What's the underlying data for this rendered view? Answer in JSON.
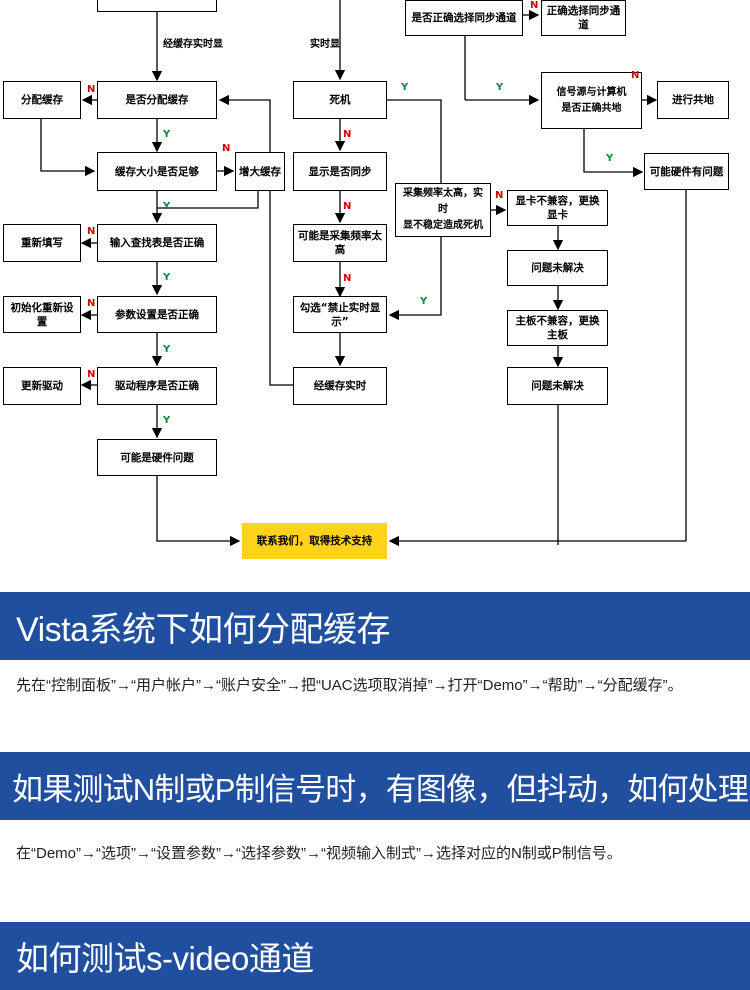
{
  "flowchart": {
    "nodes": {
      "top_left": "",
      "top_mid": "是否正确选择同步通道",
      "top_right": "正确选择同步通道",
      "fenpei_cache": "分配缓存",
      "is_fenpei": "是否分配缓存",
      "siji": "死机",
      "signal_share": "信号源与计算机\n是否正确共地",
      "share_ground": "进行共地",
      "cache_size": "缓存大小是否足够",
      "add_cache": "增大缓存",
      "display_sync": "显示是否同步",
      "caiji_high": "采集频率太高，实时\n显不稳定造成死机",
      "hardware_problem_right": "可能硬件有问题",
      "xianka": "显卡不兼容，更换显卡",
      "refill": "重新填写",
      "input_find": "输入查找表是否正确",
      "maybe_freq": "可能是采集频率太高",
      "unsolved_1": "问题未解决",
      "init_reset": "初始化重新设置",
      "param_set": "参数设置是否正确",
      "check_disable": "勾选“禁止实时显示”",
      "zhuban": "主板不兼容，更换主板",
      "update_driver": "更新驱动",
      "driver_ok": "驱动程序是否正确",
      "via_cache": "经缓存实时",
      "unsolved_2": "问题未解决",
      "hardware_problem_left": "可能是硬件问题",
      "contact": "联系我们，取得技术支持"
    },
    "edge_labels": {
      "via_cache_realtime": "经缓存实时显",
      "realtime": "实时显",
      "yes": "Y",
      "no": "N"
    }
  },
  "sections": [
    {
      "title": "Vista系统下如何分配缓存",
      "body": "先在“控制面板”→“用户帐户”→“账户安全”→把“UAC选项取消掉”→打开“Demo”→“帮助”→“分配缓存”。"
    },
    {
      "title": "如果测试N制或P制信号时，有图像，但抖动，如何处理",
      "body": "在“Demo”→“选项”→“设置参数”→“选择参数”→“视频输入制式”→选择对应的N制或P制信号。"
    },
    {
      "title": "如何测试s-video通道",
      "body": ""
    }
  ],
  "colors": {
    "banner": "#1f4f9e",
    "contact_box": "#ffd21c",
    "yes": "#0a8a3a",
    "no": "#d40000"
  }
}
